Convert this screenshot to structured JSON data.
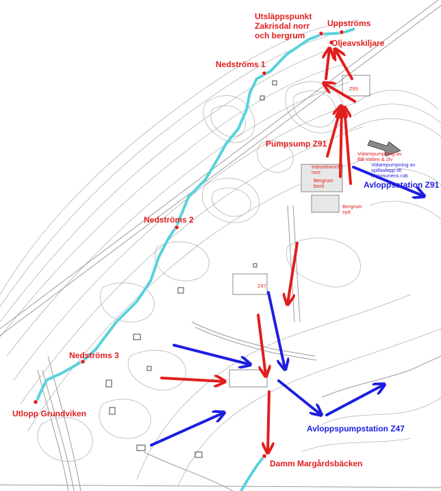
{
  "colors": {
    "background": "#ffffff",
    "contour": "#b3b3b3",
    "road": "#9a9a9a",
    "stream": "#57d2dc",
    "red": "#e21d1d",
    "blue": "#1d1de2"
  },
  "labels": {
    "utslapp": [
      "Utsläppspunkt",
      "Zakrisdal norr",
      "och bergrum"
    ],
    "uppstroms": "Uppströms",
    "oljeavskiljare": "Oljeavskiljare",
    "nedstroms1": "Nedströms 1",
    "z93": "Z93",
    "pumpsump": "Pumpsump Z91",
    "industriomrade": [
      "Industriområ",
      "norr"
    ],
    "bergrum_bord": [
      "Bergrum",
      "bord"
    ],
    "bergrum_syd": [
      "Bergrum",
      "syd"
    ],
    "vidarepump_red": [
      "Vidarepumpning av",
      "BB vatten & 2lv"
    ],
    "vidarepump_blue": [
      "Vidarepumpning av",
      "spillavlopp till",
      "kommunens nät"
    ],
    "avloppsstation_z91": "Avloppsstation Z91",
    "nedstroms2": "Nedströms 2",
    "z47": "Z47",
    "nedstroms3": "Nedströms  3",
    "utlopp": "Utlopp Grundviken",
    "avloppspumpstation_z47": "Avloppspumpstation Z47",
    "damm": "Damm Margårdsbäcken"
  }
}
